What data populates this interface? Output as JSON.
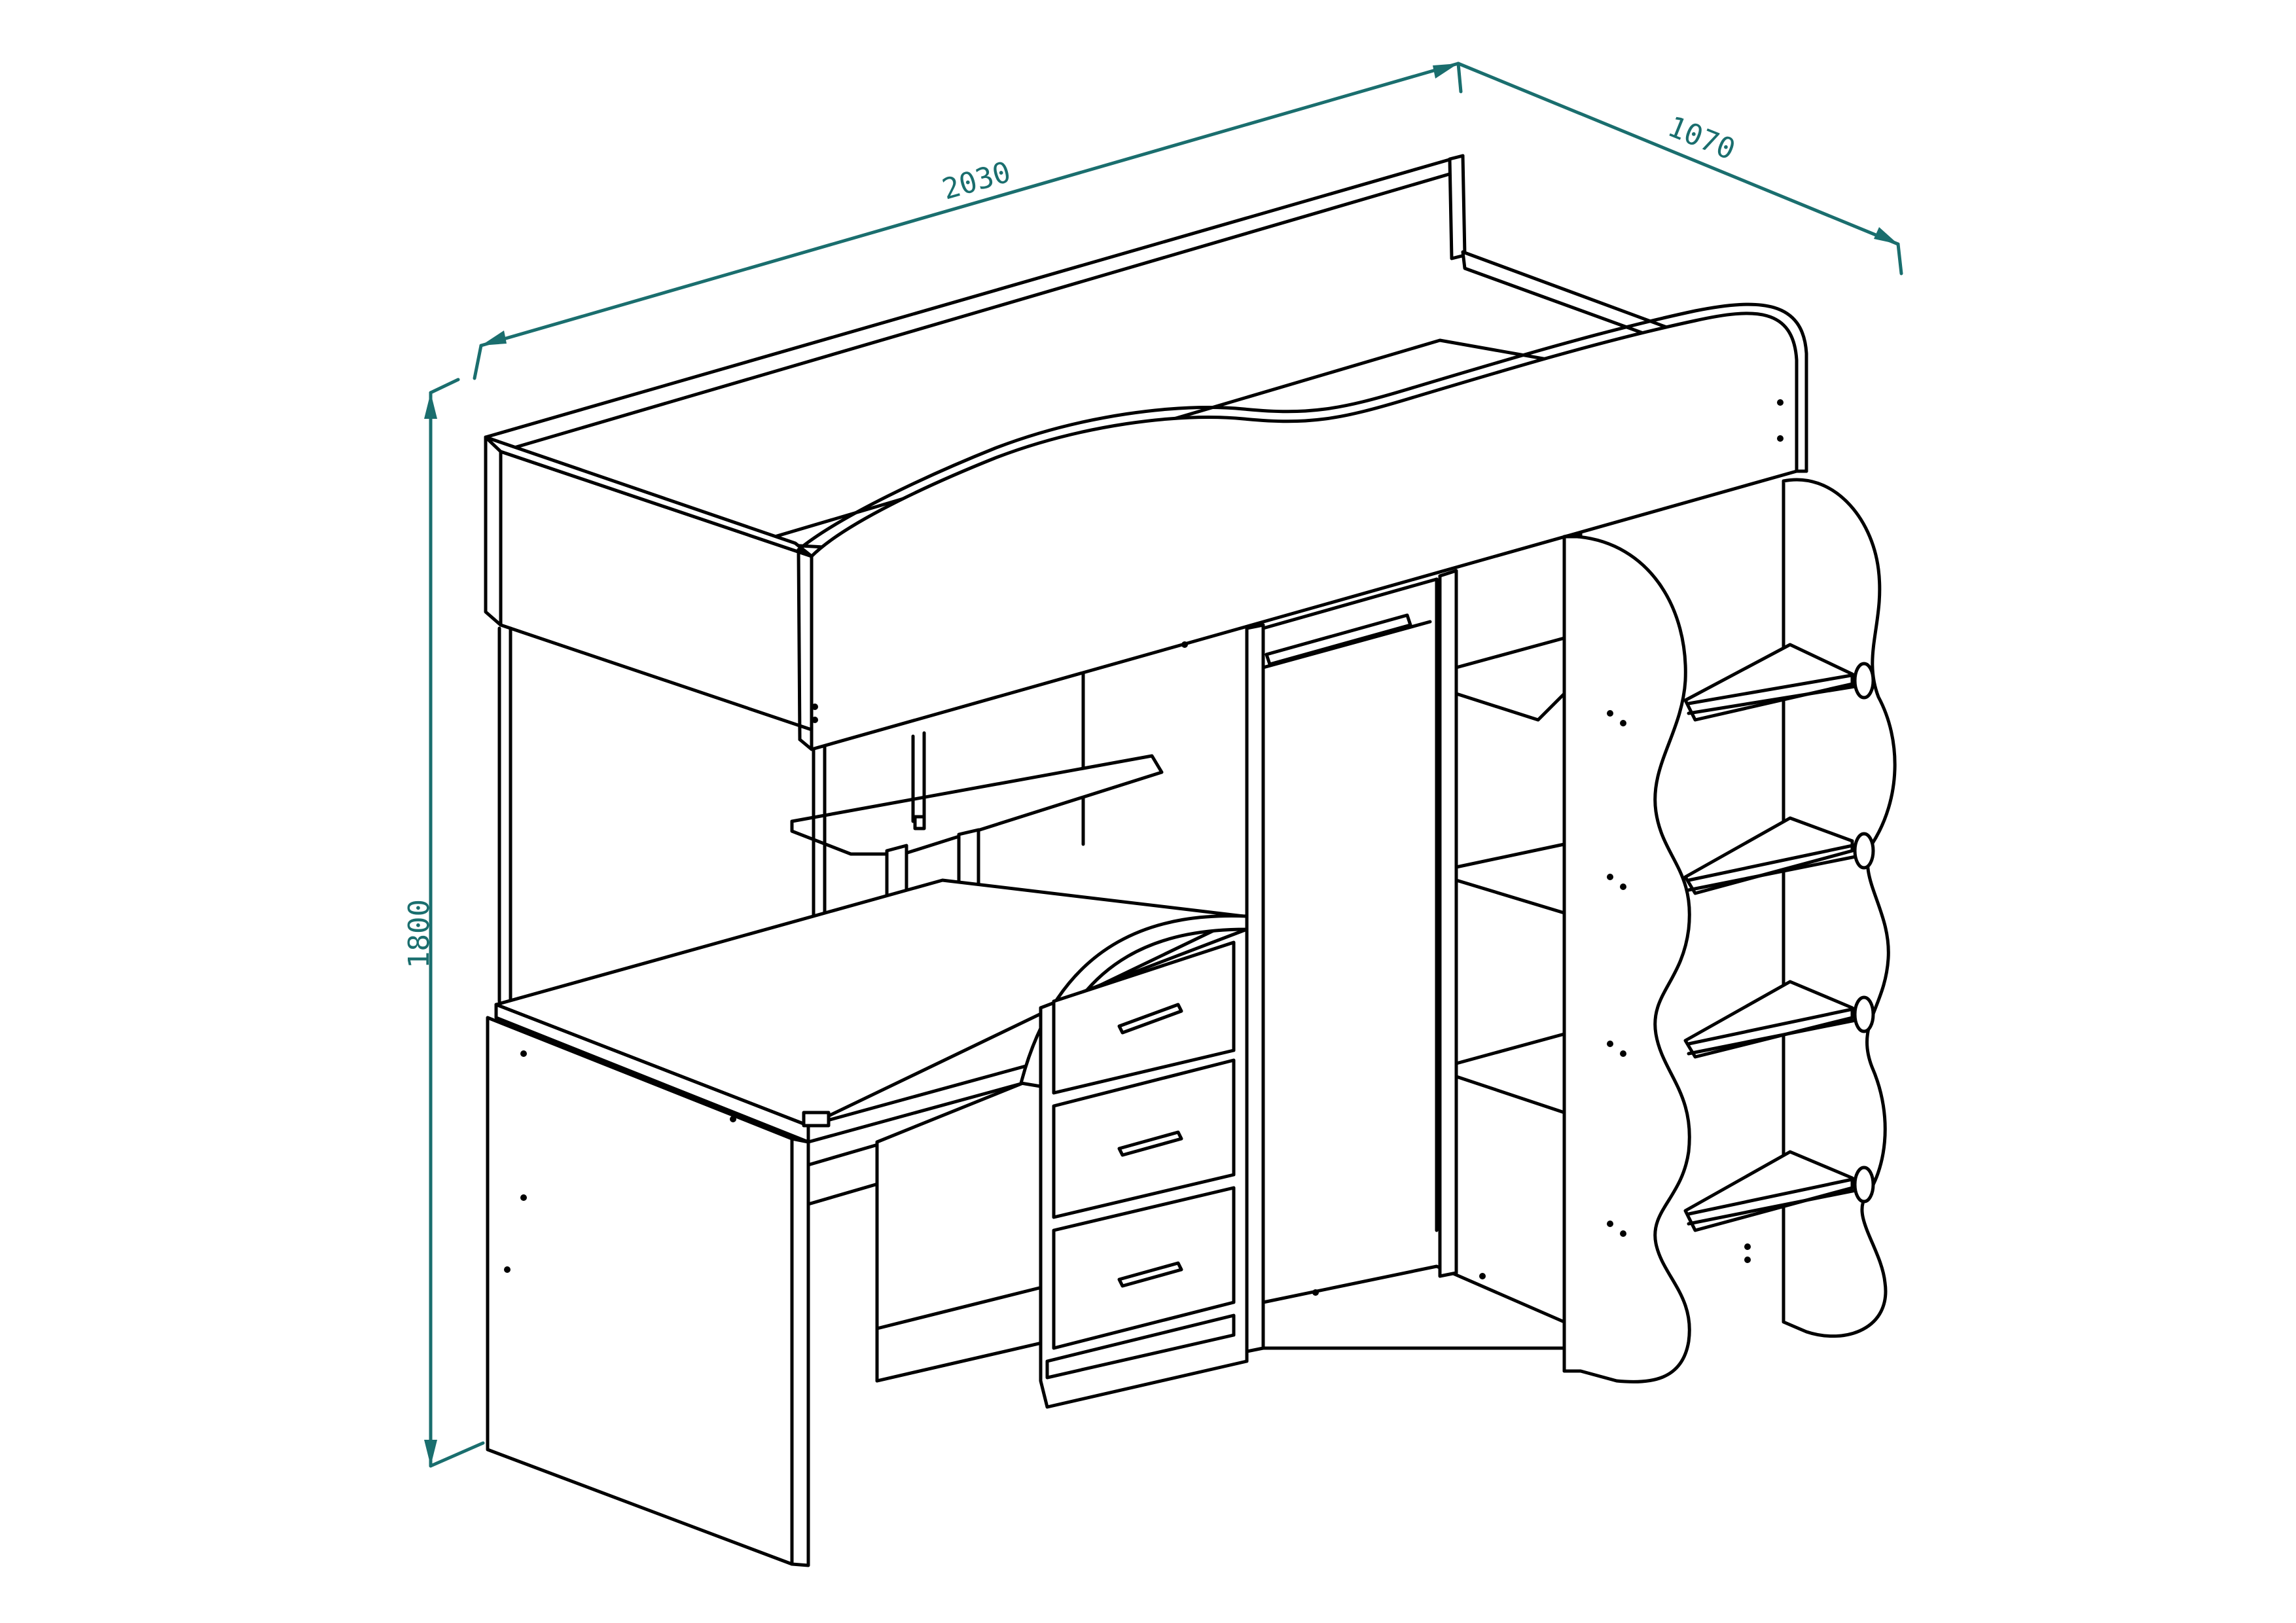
{
  "dimensions": {
    "length": "2030",
    "depth": "1070",
    "height": "1800"
  },
  "colors": {
    "dimension_line": "#1a6e6e",
    "outline": "#000000",
    "background": "#ffffff"
  }
}
